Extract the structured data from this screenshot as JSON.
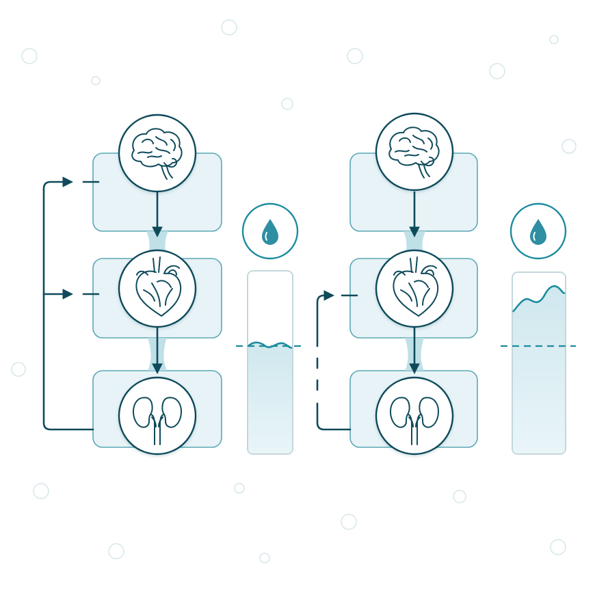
{
  "colors": {
    "stroke_dark": "#0e4a5a",
    "panel_fill": "#e7f3f6",
    "panel_stroke": "#5aa8b6",
    "fluid_fill": "#b9dde5",
    "fluid_line": "#1b8c9f",
    "drop": "#2e8ea2",
    "bubble": "#d6e6ea"
  },
  "panels": [
    {
      "organs": [
        "brain-icon",
        "heart-icon",
        "kidney-icon"
      ],
      "feedback": "intact",
      "fluid_level": "normal"
    },
    {
      "organs": [
        "brain-icon",
        "heart-icon",
        "kidney-icon"
      ],
      "feedback": "impaired",
      "fluid_level": "elevated"
    }
  ]
}
